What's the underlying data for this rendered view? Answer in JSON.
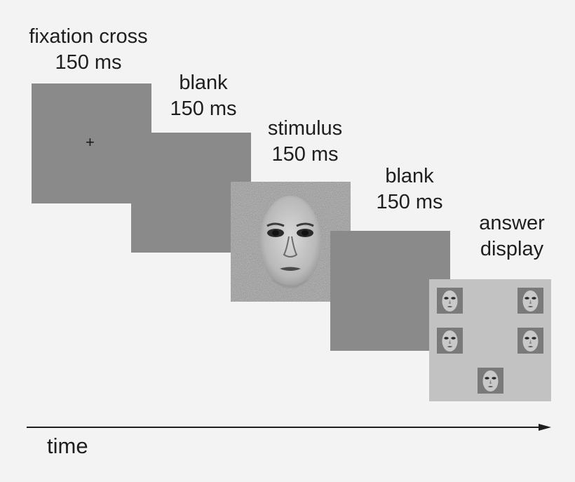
{
  "steps": [
    {
      "name": "fixation cross",
      "duration": "150 ms",
      "symbol": "+"
    },
    {
      "name": "blank",
      "duration": "150 ms"
    },
    {
      "name": "stimulus",
      "duration": "150 ms"
    },
    {
      "name": "blank",
      "duration": "150 ms"
    },
    {
      "name_line1": "answer",
      "name_line2": "display"
    }
  ],
  "time_label": "time",
  "colors": {
    "background": "#f3f3f3",
    "panel": "#8a8a8a",
    "answer_panel": "#c2c2c2",
    "text": "#1e1e1e"
  },
  "icons": [
    "face-stimulus-image",
    "face-thumbnail-image",
    "arrow-right-icon"
  ]
}
